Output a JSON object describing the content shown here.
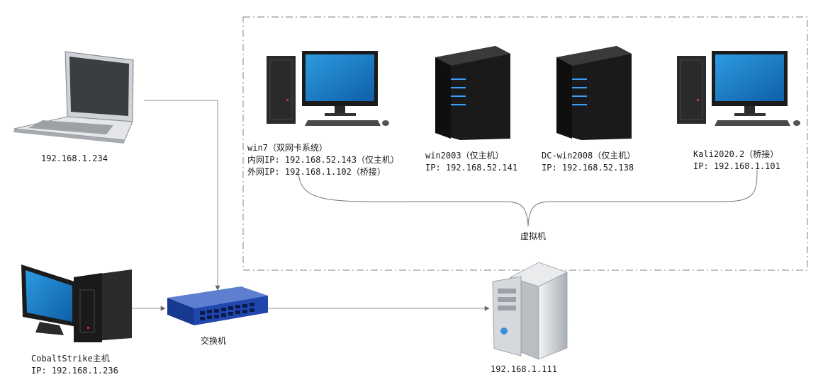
{
  "diagram": {
    "nodes": {
      "laptop": {
        "lines": [
          "192.168.1.234"
        ]
      },
      "win7": {
        "lines": [
          "win7（双网卡系统）",
          "内网IP: 192.168.52.143（仅主机）",
          "外网IP: 192.168.1.102（桥接）"
        ]
      },
      "win2003": {
        "lines": [
          "win2003（仅主机）",
          "IP: 192.168.52.141"
        ]
      },
      "dc": {
        "lines": [
          "DC-win2008（仅主机）",
          "IP: 192.168.52.138"
        ]
      },
      "kali": {
        "lines": [
          "Kali2020.2（桥接）",
          "IP: 192.168.1.101"
        ]
      },
      "cobalt": {
        "lines": [
          "CobaltStrike主机",
          "IP: 192.168.1.236"
        ]
      },
      "switch": {
        "lines": [
          "交换机"
        ]
      },
      "server": {
        "lines": [
          "192.168.1.111"
        ]
      }
    },
    "group_label": "虚拟机"
  },
  "colors": {
    "line": "#8c8c8c",
    "dash": "#9a9a9a",
    "monitor_screen": "#1d7fc4",
    "tower_dark": "#2a2a2a",
    "server_led": "#3aa0ff",
    "switch_blue": "#1c3f9e",
    "server_gray": "#c8ccd0"
  }
}
